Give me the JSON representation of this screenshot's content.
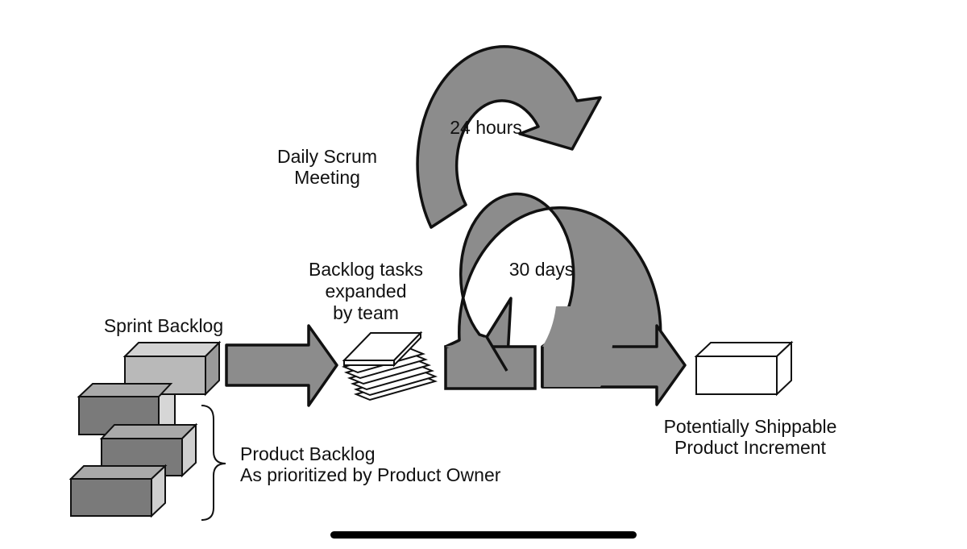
{
  "diagram": {
    "title": "",
    "labels": {
      "daily_scrum_line1": "Daily Scrum",
      "daily_scrum_line2": "Meeting",
      "cycle_24": "24 hours",
      "cycle_30": "30 days",
      "expanded_line1": "Backlog tasks",
      "expanded_line2": "expanded",
      "expanded_line3": "by team",
      "sprint_backlog": "Sprint Backlog",
      "product_backlog_line1": "Product Backlog",
      "product_backlog_line2": "As prioritized by Product Owner",
      "increment_line1": "Potentially Shippable",
      "increment_line2": "Product Increment"
    },
    "icons": [
      "circular-arrow-24h",
      "circular-arrow-30d",
      "backlog-boxes",
      "task-stack",
      "increment-box",
      "flow-arrow",
      "curly-brace"
    ],
    "colors": {
      "arrow_fill": "#8c8c8c",
      "box_dark": "#7a7a7a",
      "box_light": "#b9b9b9",
      "outline": "#111111"
    }
  },
  "ui": {
    "home_indicator": "home-indicator-bar"
  }
}
